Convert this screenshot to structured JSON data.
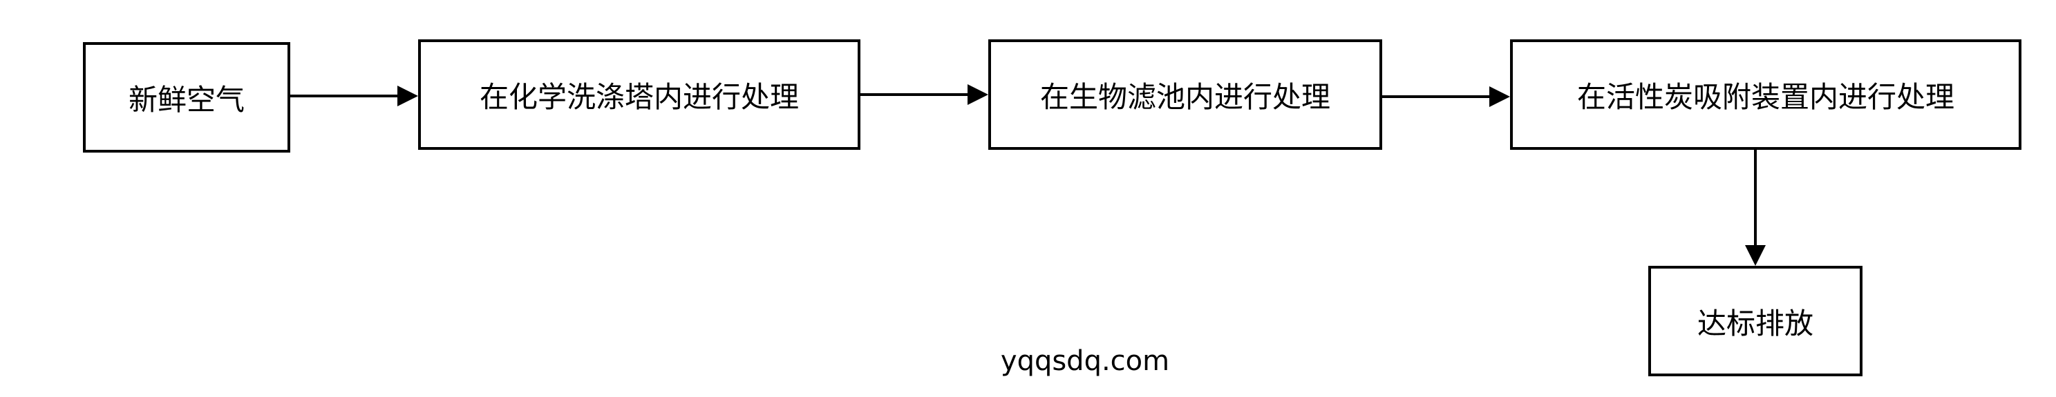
{
  "nodes": {
    "fresh_air": "新鲜空气",
    "chemical_scrubber": "在化学洗涤塔内进行处理",
    "biofilter": "在生物滤池内进行处理",
    "activated_carbon": "在活性炭吸附装置内进行处理",
    "discharge": "达标排放"
  },
  "watermark": "yqqsdq.com",
  "colors": {
    "stroke": "#000000",
    "background": "#ffffff",
    "text": "#000000"
  }
}
